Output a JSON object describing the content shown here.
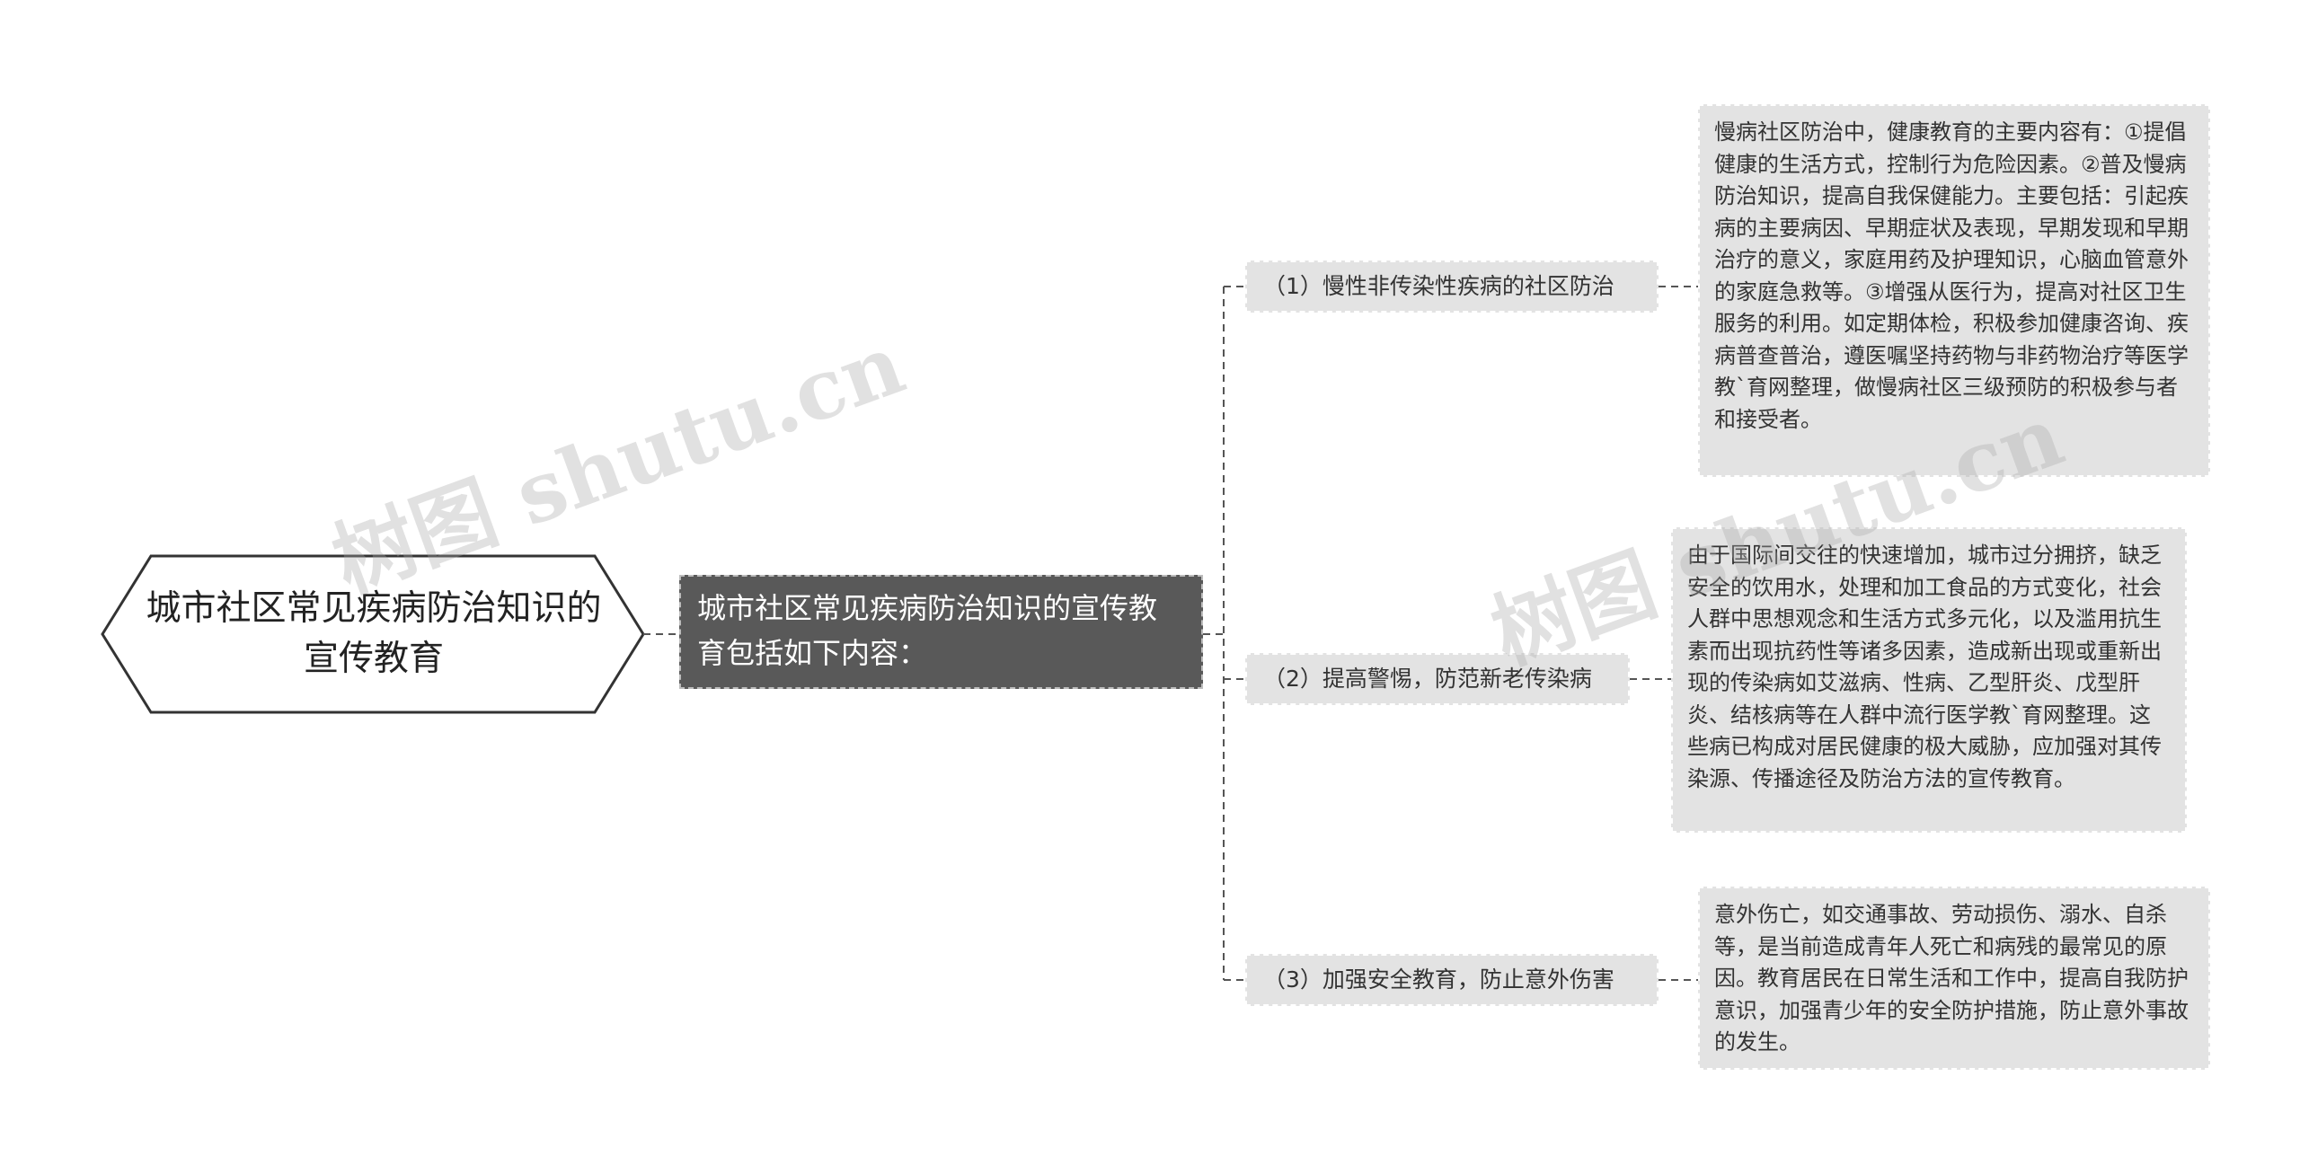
{
  "root": {
    "text": "城市社区常见疾病防治知识的宣传教育"
  },
  "center": {
    "text": "城市社区常见疾病防治知识的宣传教育包括如下内容："
  },
  "branches": [
    {
      "label": "（1）慢性非传染性疾病的社区防治",
      "detail": "慢病社区防治中，健康教育的主要内容有：①提倡健康的生活方式，控制行为危险因素。②普及慢病防治知识，提高自我保健能力。主要包括：引起疾病的主要病因、早期症状及表现，早期发现和早期治疗的意义，家庭用药及护理知识，心脑血管意外的家庭急救等。③增强从医行为，提高对社区卫生服务的利用。如定期体检，积极参加健康咨询、疾病普查普治，遵医嘱坚持药物与非药物治疗等医学教`育网整理，做慢病社区三级预防的积极参与者和接受者。"
    },
    {
      "label": "（2）提高警惕，防范新老传染病",
      "detail": "由于国际间交往的快速增加，城市过分拥挤，缺乏安全的饮用水，处理和加工食品的方式变化，社会人群中思想观念和生活方式多元化，以及滥用抗生素而出现抗药性等诸多因素，造成新出现或重新出现的传染病如艾滋病、性病、乙型肝炎、戊型肝炎、结核病等在人群中流行医学教`育网整理。这些病已构成对居民健康的极大威胁，应加强对其传染源、传播途径及防治方法的宣传教育。"
    },
    {
      "label": "（3）加强安全教育，防止意外伤害",
      "detail": "意外伤亡，如交通事故、劳动损伤、溺水、自杀等，是当前造成青年人死亡和病残的最常见的原因。教育居民在日常生活和工作中，提高自我防护意识，加强青少年的安全防护措施，防止意外事故的发生。"
    }
  ],
  "watermark": {
    "text": "树图 shutu.cn"
  },
  "colors": {
    "center_fill": "#595959",
    "node_fill": "#e3e3e3",
    "connector": "#555555",
    "root_border": "#333333"
  }
}
